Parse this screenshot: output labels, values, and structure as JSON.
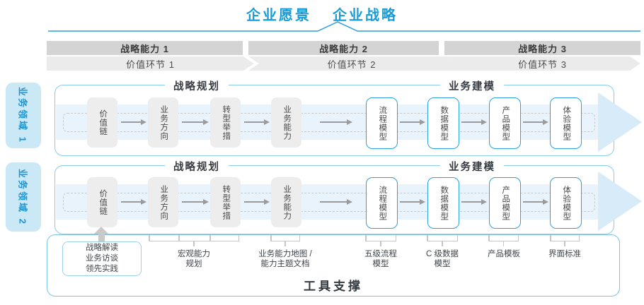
{
  "header": {
    "vision": "企业愿景",
    "strategy": "企业战略"
  },
  "capabilities": [
    "战略能力 1",
    "战略能力 2",
    "战略能力 3"
  ],
  "value_links": [
    "价值环节 1",
    "价值环节 2",
    "价值环节 3"
  ],
  "domains": [
    "业务领域 1",
    "业务领域 2"
  ],
  "rows": [
    {
      "sections": [
        "战略规划",
        "业务建模"
      ],
      "boxes": [
        "价值链",
        "业务方向",
        "转型举措",
        "业务能力",
        "流程模型",
        "数据模型",
        "产品模型",
        "体验模型"
      ]
    },
    {
      "sections": [
        "战略规划",
        "业务建模"
      ],
      "boxes": [
        "价值链",
        "业务方向",
        "转型举措",
        "业务能力",
        "流程模型",
        "数据模型",
        "产品模型",
        "体验模型"
      ]
    }
  ],
  "annotations": {
    "insight_box": "战略解读\n业务访谈\n领先实践",
    "labels": [
      "宏观能力\n规划",
      "业务能力地图 /\n能力主题文档",
      "五级流程\n模型",
      "C 级数据\n模型",
      "产品模板",
      "界面标准"
    ]
  },
  "footer": {
    "tools": "工具支撑"
  },
  "colors": {
    "accent_blue": "#1b9cd8",
    "panel_border": "#8ccbe9",
    "band_fill": "#e9f3fb",
    "bar_dark": "#d4d4d4",
    "bar_light": "#ebebeb",
    "box_gray": "#ededed",
    "connector_gray": "#c6c6c6"
  }
}
